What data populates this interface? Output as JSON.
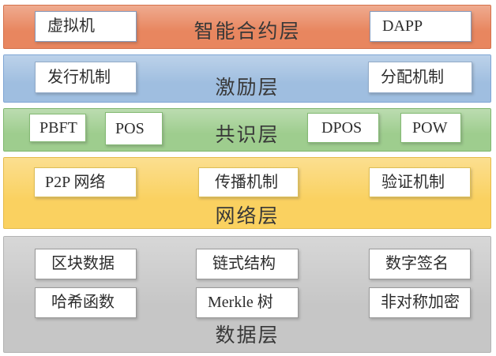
{
  "layers": [
    {
      "name": "智能合约层",
      "color": "#E8865F",
      "boxes": [
        "虚拟机",
        "DAPP"
      ]
    },
    {
      "name": "激励层",
      "color": "#9FBEE0",
      "boxes": [
        "发行机制",
        "分配机制"
      ]
    },
    {
      "name": "共识层",
      "color": "#9ECD8E",
      "boxes": [
        "PBFT",
        "POS",
        "DPOS",
        "POW"
      ]
    },
    {
      "name": "网络层",
      "color": "#FAD160",
      "boxes": [
        "P2P 网络",
        "传播机制",
        "验证机制"
      ]
    },
    {
      "name": "数据层",
      "color": "#C6C6C6",
      "boxes": [
        "区块数据",
        "链式结构",
        "数字签名",
        "哈希函数",
        "Merkle 树",
        "非对称加密"
      ]
    }
  ]
}
